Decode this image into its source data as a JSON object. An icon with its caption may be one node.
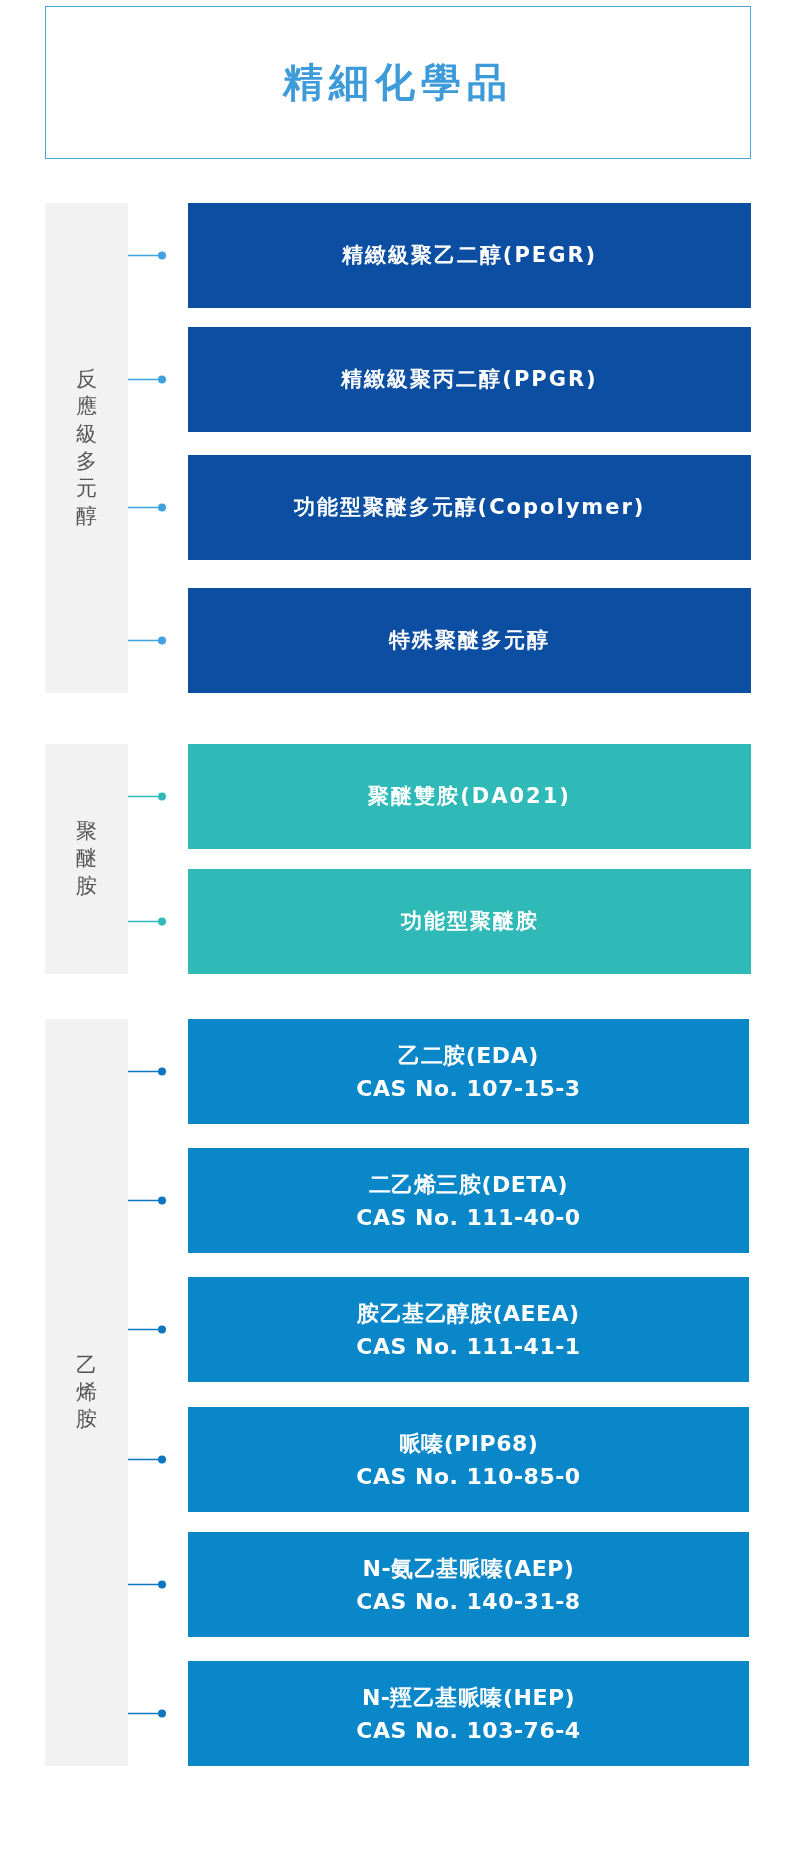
{
  "diagram": {
    "title": "精細化學品",
    "nodes": [
      {
        "text": [
          "反應級多元醇"
        ]
      },
      {
        "text": [
          "精緻級聚乙二醇(PEGR)"
        ]
      },
      {
        "text": [
          "精緻級聚丙二醇(PPGR)"
        ]
      },
      {
        "text": [
          "功能型聚醚多元醇(Copolymer)"
        ]
      },
      {
        "text": [
          "特殊聚醚多元醇"
        ]
      },
      {
        "text": [
          "聚醚胺"
        ]
      },
      {
        "text": [
          "聚醚雙胺(DA021)"
        ]
      },
      {
        "text": [
          "功能型聚醚胺"
        ]
      },
      {
        "text": [
          "乙烯胺"
        ]
      },
      {
        "text": [
          "乙二胺(EDA)",
          "CAS No. 107-15-3"
        ]
      },
      {
        "text": [
          "二乙烯三胺(DETA)",
          "CAS No. 111-40-0"
        ]
      },
      {
        "text": [
          "胺乙基乙醇胺(AEEA)",
          "CAS No. 111-41-1"
        ]
      },
      {
        "text": [
          "哌嗪(PIP68)",
          "CAS No. 110-85-0"
        ]
      },
      {
        "text": [
          "N-氨乙基哌嗪(AEP)",
          "CAS No. 140-31-8"
        ]
      },
      {
        "text": [
          "N-羥乙基哌嗪(HEP)",
          "CAS No. 103-76-4"
        ]
      }
    ],
    "edges": [
      {
        "from": 0,
        "to": 1,
        "arrow": "other",
        "color": "#3ea3dc"
      },
      {
        "from": 0,
        "to": 2,
        "arrow": "other",
        "color": "#3ea3dc"
      },
      {
        "from": 0,
        "to": 3,
        "arrow": "other",
        "color": "#3ea3dc"
      },
      {
        "from": 0,
        "to": 4,
        "arrow": "other",
        "color": "#3ea3dc"
      },
      {
        "from": 5,
        "to": 6,
        "arrow": "other",
        "color": "#2fbab8"
      },
      {
        "from": 5,
        "to": 7,
        "arrow": "other",
        "color": "#2fbab8"
      },
      {
        "from": 8,
        "to": 9,
        "arrow": "other"
      },
      {
        "from": 8,
        "to": 10,
        "arrow": "other"
      },
      {
        "from": 8,
        "to": 11,
        "arrow": "other"
      },
      {
        "from": 8,
        "to": 12,
        "arrow": "other"
      },
      {
        "from": 8,
        "to": 13,
        "arrow": "other"
      },
      {
        "from": 8,
        "to": 14,
        "arrow": "other"
      }
    ]
  }
}
